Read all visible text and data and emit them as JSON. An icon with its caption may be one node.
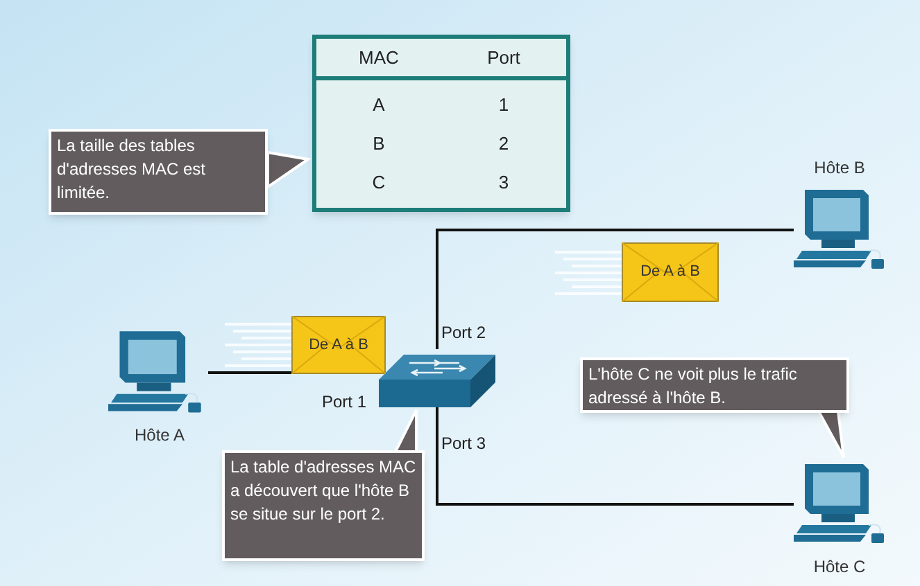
{
  "diagram": {
    "nodes": [
      {
        "text": [
          "MAC",
          "Port",
          "A",
          "1",
          "B",
          "2",
          "C",
          "3"
        ]
      },
      {
        "text": [
          "La taille des tables d'adresses MAC est limitée."
        ]
      },
      {
        "text": [],
        "shape": "picture",
        "beside": [
          "Hôte A"
        ]
      },
      {
        "text": [],
        "shape": "picture"
      },
      {
        "text": [],
        "shape": "picture",
        "beside": [
          "Hôte B"
        ]
      },
      {
        "text": [],
        "shape": "picture",
        "beside": [
          "Hôte C"
        ]
      },
      {
        "text": [
          "De A à B"
        ]
      },
      {
        "text": [
          "De A à B"
        ]
      },
      {
        "text": [
          "La table d'adresses MAC a découvert que l'hôte B se situe sur le port 2."
        ]
      },
      {
        "text": [
          "L'hôte C ne voit plus le trafic adressé à l'hôte B."
        ]
      }
    ],
    "edges": [
      {
        "from": 2,
        "to": 3,
        "arrow": "none"
      },
      {
        "from": 3,
        "to": 4,
        "arrow": "none"
      },
      {
        "from": 3,
        "to": 5,
        "arrow": "none"
      }
    ],
    "labels": [
      "Port 2",
      "Port 1",
      "Port 3"
    ]
  }
}
